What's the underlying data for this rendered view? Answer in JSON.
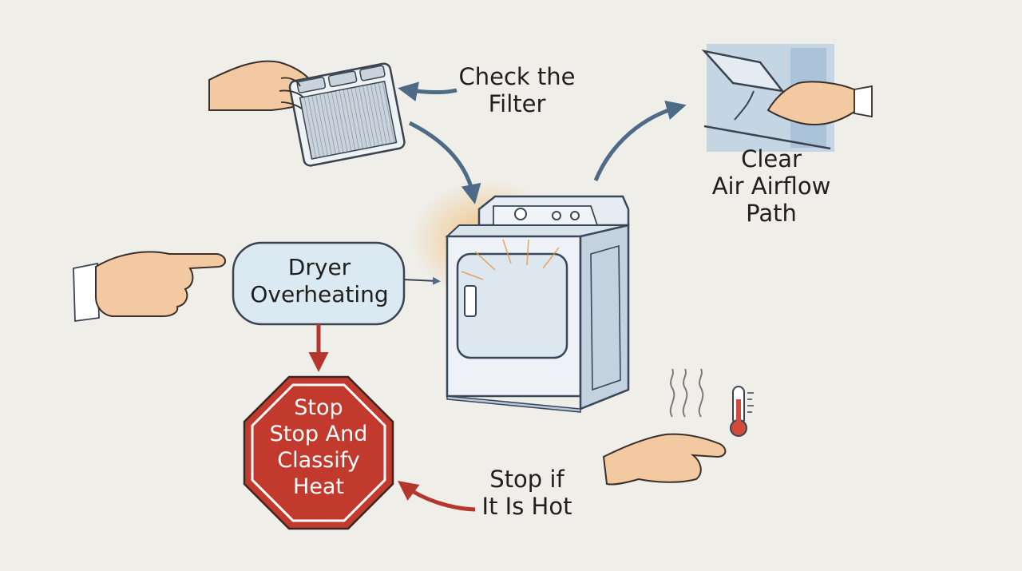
{
  "diagram": {
    "start_label": "Dryer\nOverheating",
    "steps": {
      "check_filter": "Check the\nFilter",
      "clear_airflow": "Clear\nAir Airflow\nPath",
      "stop_if_hot": "Stop if\nIt Is Hot"
    },
    "stop_sign": "Stop\nStop And\nClassify\nHeat"
  },
  "colors": {
    "background": "#efeee9",
    "arrow_blue": "#4d6a87",
    "arrow_red": "#b5362c",
    "stop_red": "#c23a2e",
    "bubble_fill": "#dbe9f3",
    "dryer_body": "#e9eef4"
  },
  "icons": [
    "hand-holding-filter-icon",
    "vent-hand-icon",
    "pointing-hand-icon",
    "dryer-icon",
    "stop-sign-icon",
    "hand-feeling-heat-icon",
    "thermometer-icon",
    "heat-waves-icon"
  ]
}
